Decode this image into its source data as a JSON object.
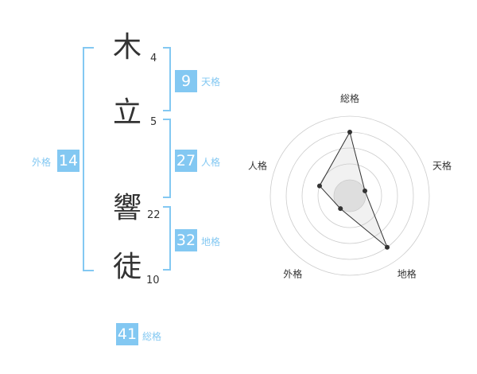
{
  "name": [
    {
      "char": "木",
      "strokes": "4"
    },
    {
      "char": "立",
      "strokes": "5"
    },
    {
      "char": "響",
      "strokes": "22"
    },
    {
      "char": "徒",
      "strokes": "10"
    }
  ],
  "fortunes": {
    "tenkaku": {
      "label": "天格",
      "value": "9"
    },
    "jinkaku": {
      "label": "人格",
      "value": "27"
    },
    "chikaku": {
      "label": "地格",
      "value": "32"
    },
    "gaikaku": {
      "label": "外格",
      "value": "14"
    },
    "soukaku": {
      "label": "総格",
      "value": "41"
    }
  },
  "colors": {
    "accent": "#83c8f2",
    "text": "#333333",
    "grid": "#cccccc"
  },
  "chart_data": {
    "type": "radar",
    "axes": [
      "総格",
      "天格",
      "地格",
      "外格",
      "人格"
    ],
    "rings": 5,
    "values": [
      4,
      1,
      4,
      1,
      2
    ]
  }
}
